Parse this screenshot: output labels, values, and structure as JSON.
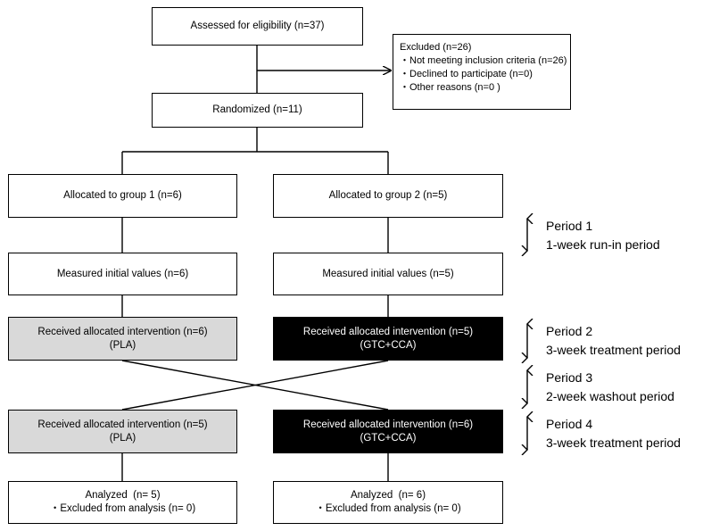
{
  "assessed": "Assessed for eligibility (n=37)",
  "excluded": {
    "title": "Excluded (n=26)",
    "items": [
      "Not meeting inclusion criteria (n=26)",
      "Declined to participate (n=0)",
      "Other reasons (n=0 )"
    ]
  },
  "randomized": "Randomized (n=11)",
  "group1": {
    "allocated": "Allocated to group 1 (n=6)",
    "measured": "Measured initial values (n=6)",
    "intervention1": {
      "label": "Received allocated intervention (n=6)",
      "arm": "(PLA)"
    },
    "intervention2": {
      "label": "Received allocated intervention (n=5)",
      "arm": "(PLA)"
    },
    "analyzed": {
      "label": "Analyzed  (n= 5)",
      "excluded": "Excluded from analysis (n= 0)"
    }
  },
  "group2": {
    "allocated": "Allocated to group 2 (n=5)",
    "measured": "Measured initial values (n=5)",
    "intervention1": {
      "label": "Received allocated intervention (n=5)",
      "arm": "(GTC+CCA)"
    },
    "intervention2": {
      "label": "Received allocated intervention (n=6)",
      "arm": "(GTC+CCA)"
    },
    "analyzed": {
      "label": "Analyzed  (n= 6)",
      "excluded": "Excluded from analysis (n= 0)"
    }
  },
  "periods": [
    {
      "name": "Period 1",
      "desc": "1-week run-in period"
    },
    {
      "name": "Period 2",
      "desc": "3-week treatment period"
    },
    {
      "name": "Period 3",
      "desc": "2-week washout period"
    },
    {
      "name": "Period 4",
      "desc": "3-week treatment period"
    }
  ],
  "colors": {
    "placebo_fill": "#d9d9d9",
    "treatment_fill": "#000000",
    "line": "#000000"
  }
}
